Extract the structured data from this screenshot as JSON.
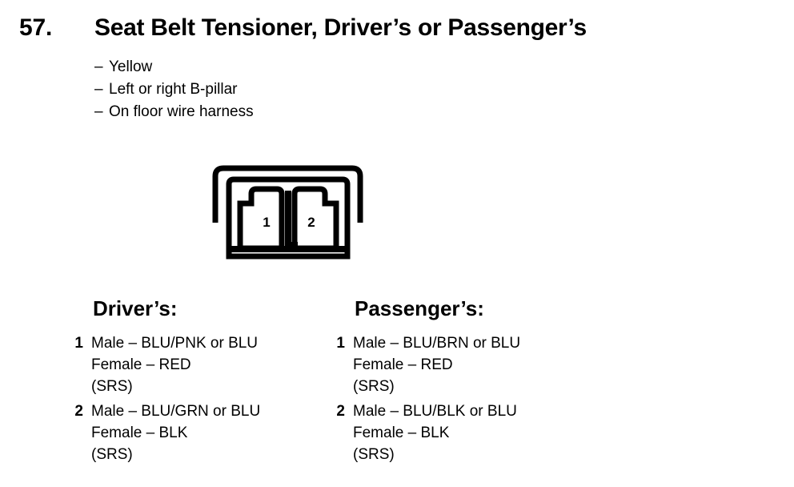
{
  "header": {
    "item_number": "57.",
    "title": "Seat Belt Tensioner, Driver’s or Passenger’s"
  },
  "specs": {
    "dash": "–",
    "items": [
      "Yellow",
      "Left or right B-pillar",
      "On floor wire harness"
    ]
  },
  "connector": {
    "cavity_labels": [
      "1",
      "2"
    ],
    "cavity_count": 2,
    "line_color": "#000000",
    "fill_color": "#ffffff"
  },
  "pinouts": [
    {
      "heading": "Driver’s:",
      "entries": [
        {
          "number": "1",
          "lines": [
            "Male – BLU/PNK or BLU",
            "Female – RED",
            "(SRS)"
          ]
        },
        {
          "number": "2",
          "lines": [
            "Male – BLU/GRN or BLU",
            "Female – BLK",
            "(SRS)"
          ]
        }
      ]
    },
    {
      "heading": "Passenger’s:",
      "entries": [
        {
          "number": "1",
          "lines": [
            "Male – BLU/BRN or BLU",
            "Female – RED",
            "(SRS)"
          ]
        },
        {
          "number": "2",
          "lines": [
            "Male – BLU/BLK or BLU",
            "Female – BLK",
            "(SRS)"
          ]
        }
      ]
    }
  ]
}
